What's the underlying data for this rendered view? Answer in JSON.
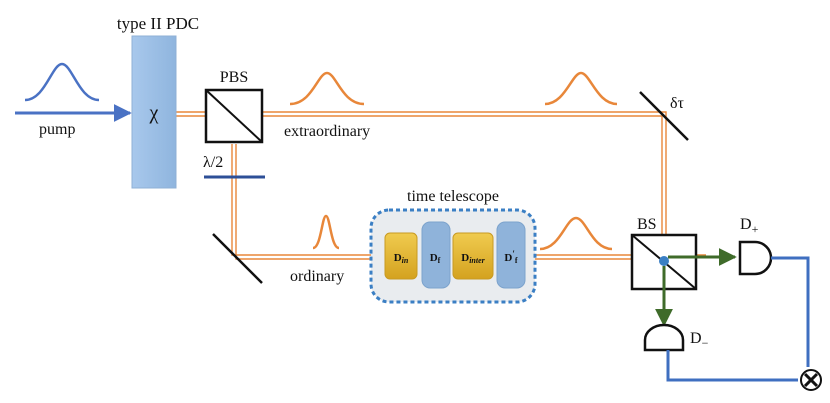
{
  "labels": {
    "source": "type II PDC",
    "crystal_symbol": "χ",
    "pump": "pump",
    "pbs": "PBS",
    "extraordinary": "extraordinary",
    "ordinary": "ordinary",
    "half_wave": "λ/2",
    "delay": "δτ",
    "time_telescope": "time telescope",
    "bs": "BS",
    "det_plus": "D",
    "det_plus_sub": "+",
    "det_minus": "D",
    "det_minus_sub": "−",
    "multiply": "⊗"
  },
  "telescope_elements": [
    {
      "base": "D",
      "sub": "in",
      "sub_italic": true,
      "prime": ""
    },
    {
      "base": "D",
      "sub": "f",
      "sub_italic": false,
      "prime": ""
    },
    {
      "base": "D",
      "sub": "inter",
      "sub_italic": true,
      "prime": ""
    },
    {
      "base": "D",
      "sub": "f",
      "sub_italic": false,
      "prime": "′"
    }
  ],
  "colors": {
    "pump": "#4a72c4",
    "beam": "#e8873a",
    "crystal_fill": "#9dbfe6",
    "dispersion_gold": "#e0b531",
    "dispersion_blue": "#8fb3da",
    "telescope_border": "#3b7fc4",
    "telescope_bg": "#e9ecef",
    "detector_arrow": "#3f6b2a",
    "wire": "#3f6fc0",
    "ink": "#111111"
  }
}
